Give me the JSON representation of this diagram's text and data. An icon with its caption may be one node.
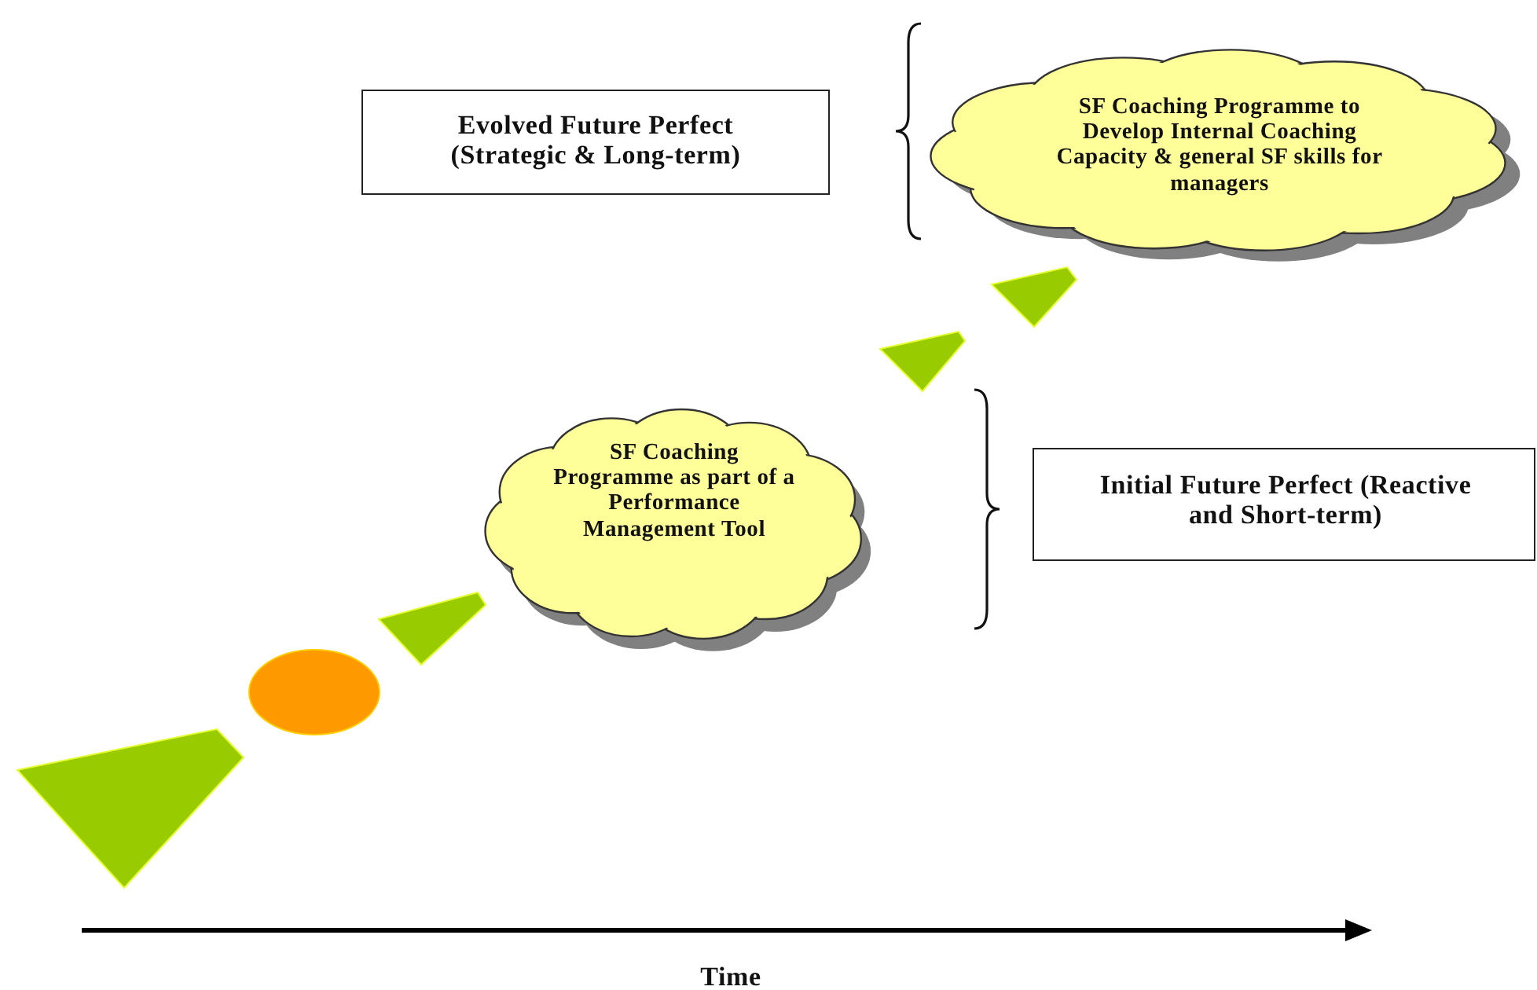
{
  "diagram": {
    "nodes": [
      {
        "text": [
          "Evolved Future Perfect (Strategic & Long-term)"
        ]
      },
      {
        "text": [
          "SF Coaching Programme to Develop Internal Coaching Capacity & general SF skills for managers"
        ]
      },
      {
        "text": [
          "SF Coaching Programme as part of a Performance Management Tool"
        ]
      },
      {
        "text": [
          "Initial Future Perfect (Reactive and Short-term)"
        ]
      },
      {
        "text": [],
        "shape": "triangle"
      },
      {
        "text": [],
        "shape": "circle"
      },
      {
        "text": [],
        "shape": "triangle"
      },
      {
        "text": [],
        "shape": "triangle"
      },
      {
        "text": [],
        "shape": "triangle"
      }
    ],
    "labels": [
      "Time"
    ]
  }
}
